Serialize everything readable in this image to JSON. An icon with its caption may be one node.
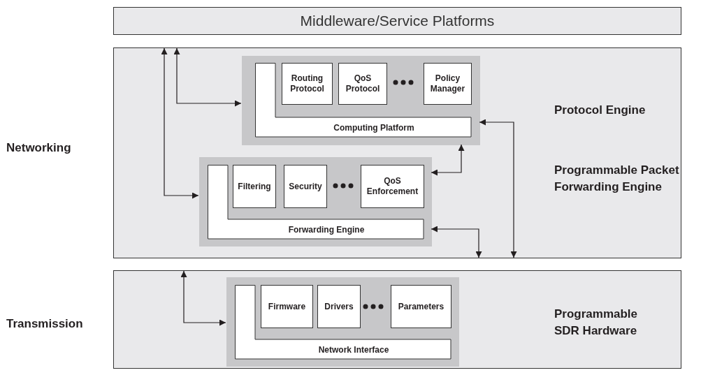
{
  "diagram": {
    "nodes": [
      {
        "text": [
          "Middleware/Service Platforms"
        ]
      },
      {
        "text": [
          "Networking"
        ]
      },
      {
        "text": [],
        "shape": "box",
        "in": 1
      },
      {
        "text": [
          "Computing Platform"
        ],
        "in": 2
      },
      {
        "text": [
          "Routing Protocol"
        ],
        "in": 2
      },
      {
        "text": [
          "QoS Protocol"
        ],
        "in": 2
      },
      {
        "text": [
          "Policy Manager"
        ],
        "in": 2
      },
      {
        "text": [],
        "shape": "box",
        "in": 1
      },
      {
        "text": [
          "Forwarding Engine"
        ],
        "in": 7
      },
      {
        "text": [
          "Filtering"
        ],
        "in": 7
      },
      {
        "text": [
          "Security"
        ],
        "in": 7
      },
      {
        "text": [
          "QoS Enforcement"
        ],
        "in": 7
      },
      {
        "text": [
          "Transmission"
        ]
      },
      {
        "text": [],
        "shape": "box",
        "in": 12
      },
      {
        "text": [
          "Network Interface"
        ],
        "in": 13
      },
      {
        "text": [
          "Firmware"
        ],
        "in": 13
      },
      {
        "text": [
          "Drivers"
        ],
        "in": 13
      },
      {
        "text": [
          "Parameters"
        ],
        "in": 13
      }
    ],
    "edges": [
      {
        "from": 2,
        "to": 1,
        "arrow": "both"
      },
      {
        "from": 7,
        "to": 1,
        "arrow": "both"
      },
      {
        "from": 2,
        "to": 1,
        "arrow": "both"
      },
      {
        "from": 7,
        "to": 2,
        "arrow": "both"
      },
      {
        "from": 7,
        "to": 1,
        "arrow": "both"
      },
      {
        "from": 13,
        "to": 12,
        "arrow": "both"
      }
    ],
    "labels": [
      "Protocol Engine",
      "Programmable Packet Forwarding Engine",
      "Programmable SDR Hardware"
    ]
  }
}
